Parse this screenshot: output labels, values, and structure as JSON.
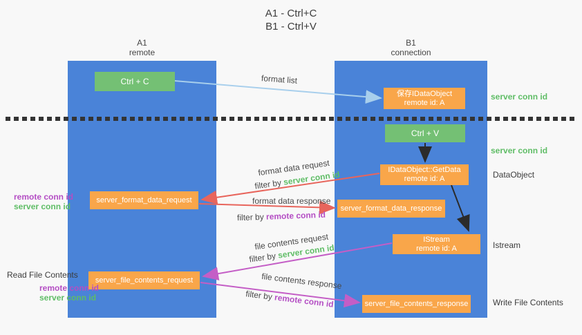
{
  "title": {
    "line1": "A1 - Ctrl+C",
    "line2": "B1 - Ctrl+V"
  },
  "columns": {
    "a": {
      "name": "A1",
      "role": "remote"
    },
    "b": {
      "name": "B1",
      "role": "connection"
    }
  },
  "boxes": {
    "ctrl_c": {
      "label": "Ctrl + C"
    },
    "ctrl_v": {
      "label": "Ctrl + V"
    },
    "save_idataobject": {
      "line1": "保存IDataObject",
      "line2": "remote id: A"
    },
    "getdata": {
      "line1": "IDataObject::GetData",
      "line2": "remote id: A"
    },
    "istream": {
      "line1": "IStream",
      "line2": "remote id: A"
    },
    "server_format_data_request": {
      "label": "server_format_data_request"
    },
    "server_format_data_response": {
      "label": "server_format_data_response"
    },
    "server_file_contents_request": {
      "label": "server_file_contents_request"
    },
    "server_file_contents_response": {
      "label": "server_file_contents_response"
    }
  },
  "arrow_labels": {
    "format_list": "format list",
    "format_data_request": "format data request",
    "format_data_request_filter": {
      "prefix": "filter by ",
      "id": "server conn id"
    },
    "format_data_response": "format data response",
    "format_data_response_filter": {
      "prefix": "filter by ",
      "id": "remote conn id"
    },
    "file_contents_request": "file contents request",
    "file_contents_request_filter": {
      "prefix": "filter by ",
      "id": "server conn id"
    },
    "file_contents_response": "file contents response",
    "file_contents_response_filter": {
      "prefix": "filter by ",
      "id": "remote conn id"
    }
  },
  "side_labels": {
    "server_conn_id_top": "server conn id",
    "server_conn_id_mid": "server conn id",
    "dataobject": "DataObject",
    "istream": "Istream",
    "write_file_contents": "Write File Contents",
    "read_file_contents": "Read File Contents",
    "format_remote_conn_id": "remote conn id",
    "format_server_conn_id": "server conn id",
    "file_remote_conn_id": "remote conn id",
    "file_server_conn_id": "server conn id"
  },
  "colors": {
    "panel_blue": "#4a83d8",
    "green_box": "#74c074",
    "orange_box": "#f9a64a",
    "green_text": "#5fbd66",
    "purple_text": "#b44ec4",
    "arrow_blue": "#a8cfec",
    "arrow_red": "#e8655c",
    "arrow_magenta": "#c45ec6",
    "arrow_black": "#2b2b2b",
    "background": "#f8f8f8"
  }
}
